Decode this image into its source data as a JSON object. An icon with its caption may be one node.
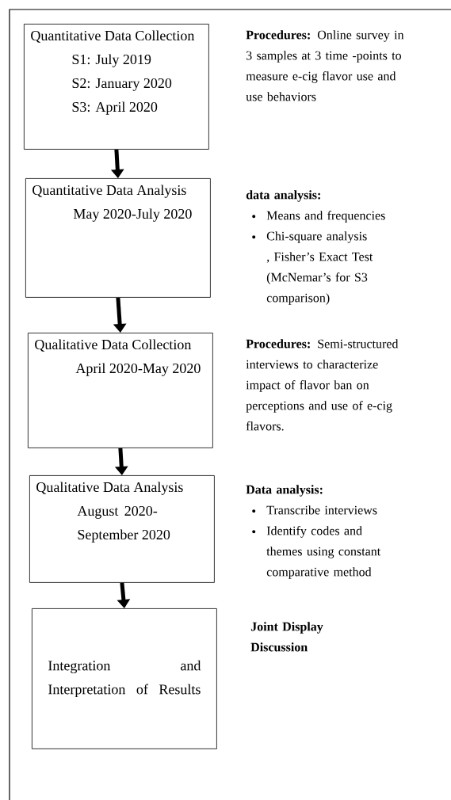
{
  "diagram": {
    "nodes": [
      {
        "text": [
          "Quantitative Data Collection",
          "S1: July 2019",
          "S2: January 2020",
          "S3: April 2020"
        ],
        "beside": [
          "**Procedures:** Online survey in 3 samples at 3 time -points to measure e-cig flavor use and use behaviors"
        ]
      },
      {
        "text": [
          "Quantitative Data Analysis",
          "May 2020-July 2020"
        ],
        "beside": [
          "data analysis:",
          "Means and frequencies",
          "Chi-square analysis , Fisher’s Exact Test (McNemar’s for S3 comparison)"
        ]
      },
      {
        "text": [
          "Qualitative Data Collection",
          "April 2020-May 2020"
        ],
        "beside": [
          "**Procedures:** Semi-structured interviews to characterize impact of flavor ban on perceptions and use of e-cig flavors."
        ]
      },
      {
        "text": [
          "Qualitative Data Analysis",
          "August 2020-September 2020"
        ],
        "beside": [
          "Data analysis:",
          "Transcribe interviews",
          "Identify codes and themes using constant comparative method"
        ]
      },
      {
        "text": [
          "Integration and Interpretation of Results"
        ],
        "beside": [
          "Joint Display Discussion"
        ]
      }
    ],
    "edges": [
      {
        "from": 0,
        "to": 1,
        "arrow": "to"
      },
      {
        "from": 1,
        "to": 2,
        "arrow": "to"
      },
      {
        "from": 2,
        "to": 3,
        "arrow": "to"
      },
      {
        "from": 3,
        "to": 4,
        "arrow": "to"
      }
    ]
  }
}
